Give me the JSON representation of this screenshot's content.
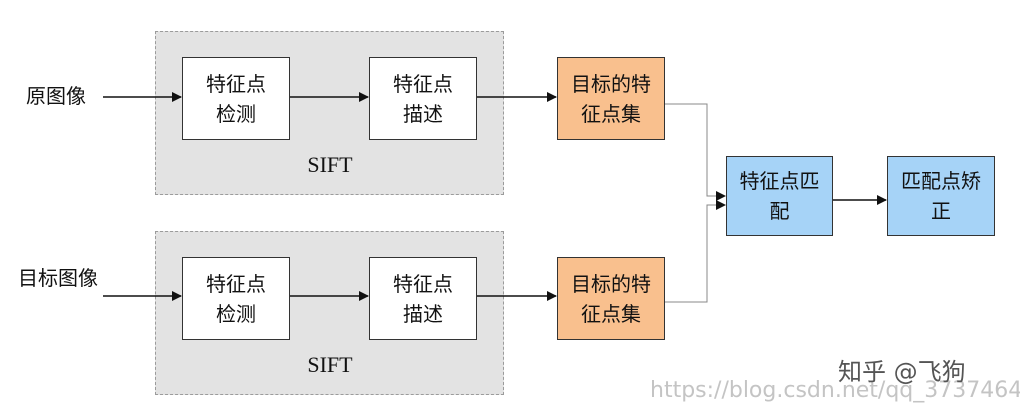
{
  "inputs": {
    "top": "原图像",
    "bottom": "目标图像"
  },
  "groups": {
    "top_label": "SIFT",
    "bottom_label": "SIFT"
  },
  "boxes": {
    "top_detect": "特征点\n检测",
    "top_describe": "特征点\n描述",
    "top_set": "目标的特\n征点集",
    "bottom_detect": "特征点\n检测",
    "bottom_describe": "特征点\n描述",
    "bottom_set": "目标的特\n征点集",
    "match": "特征点匹\n配",
    "correct": "匹配点矫\n正"
  },
  "watermark": {
    "site": "知乎 @飞狗",
    "url": "https://blog.csdn.net/qq_37374643"
  },
  "colors": {
    "group_fill": "#e3e3e3",
    "process_fill": "#ffffff",
    "set_fill": "#f9c08e",
    "match_fill": "#a6d3f7"
  }
}
